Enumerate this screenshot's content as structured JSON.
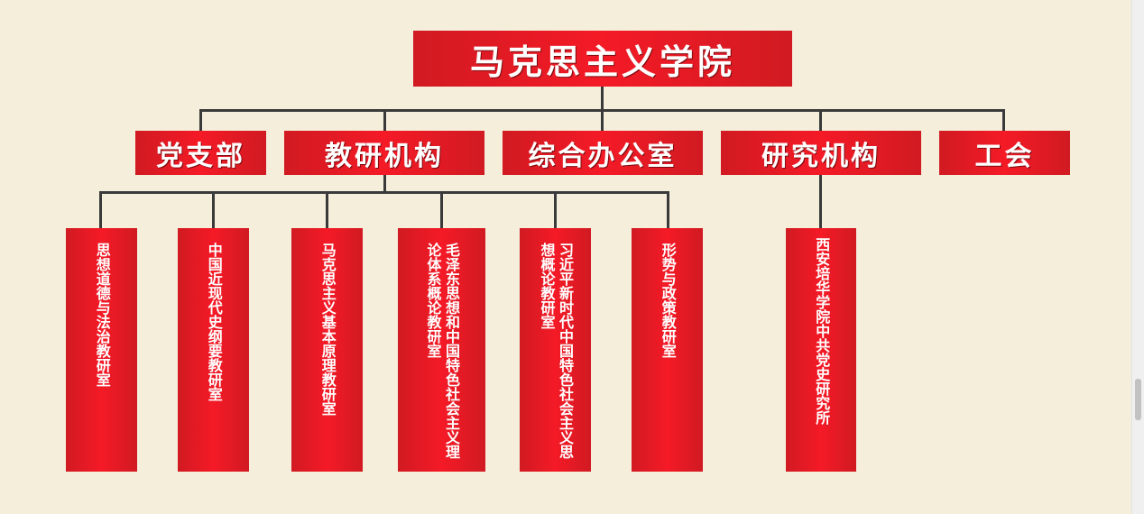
{
  "org_chart": {
    "root": "马克思主义学院",
    "branches": [
      {
        "label": "党支部"
      },
      {
        "label": "教研机构"
      },
      {
        "label": "综合办公室"
      },
      {
        "label": "研究机构"
      },
      {
        "label": "工会"
      }
    ],
    "teaching_units": [
      "思想道德与法治教研室",
      "中国近现代史纲要教研室",
      "马克思主义基本原理教研室",
      "毛泽东思想和中国特色社会主义理论体系概论教研室",
      "习近平新时代中国特色社会主义思想概论教研室",
      "形势与政策教研室"
    ],
    "research_units": [
      "西安培华学院中共党史研究所"
    ]
  },
  "colors": {
    "background": "#f4eedb",
    "box_red": "#e3141e",
    "connector": "#3a3a3a"
  }
}
